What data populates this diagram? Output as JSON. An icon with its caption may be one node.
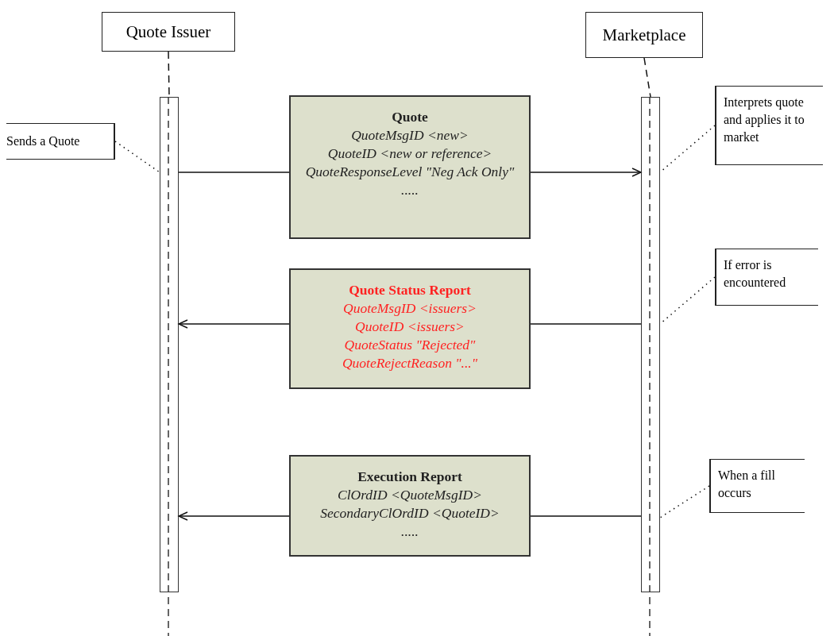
{
  "diagram": {
    "nodes": [
      {
        "text": [
          "Quote Issuer"
        ]
      },
      {
        "text": [
          "Marketplace"
        ]
      },
      {
        "text": [],
        "shape": "bar"
      },
      {
        "text": [],
        "shape": "bar"
      },
      {
        "text": [
          "Sends a Quote"
        ]
      },
      {
        "text": [
          "Quote",
          "QuoteMsgID <new>",
          "QuoteID <new or reference>",
          "QuoteResponseLevel \"Neg Ack Only\"",
          "....."
        ]
      },
      {
        "text": [
          "Interprets quote and applies it to market"
        ]
      },
      {
        "text": [
          "If error is encountered"
        ]
      },
      {
        "text": [
          "Quote Status Report",
          "QuoteMsgID <issuers>",
          "QuoteID <issuers>",
          "QuoteStatus \"Rejected\"",
          "QuoteRejectReason \"...\""
        ]
      },
      {
        "text": [
          "When a fill occurs"
        ]
      },
      {
        "text": [
          "Execution Report",
          "ClOrdID <QuoteMsgID>",
          "SecondaryClOrdID <QuoteID>",
          "....."
        ]
      }
    ],
    "edges": [
      {
        "from": 0,
        "to": 2,
        "arrow": "none",
        "style": "dashed"
      },
      {
        "from": 1,
        "to": 3,
        "arrow": "none",
        "style": "dashed"
      },
      {
        "from": 2,
        "to": 5,
        "arrow": "none"
      },
      {
        "from": 5,
        "to": 3,
        "arrow": "to"
      },
      {
        "from": 3,
        "to": 8,
        "arrow": "none"
      },
      {
        "from": 8,
        "to": 2,
        "arrow": "to"
      },
      {
        "from": 3,
        "to": 10,
        "arrow": "none"
      },
      {
        "from": 10,
        "to": 2,
        "arrow": "to"
      },
      {
        "from": 4,
        "to": 2,
        "arrow": "none",
        "style": "dashed"
      },
      {
        "from": 6,
        "to": 3,
        "arrow": "none",
        "style": "dashed"
      },
      {
        "from": 7,
        "to": 3,
        "arrow": "none",
        "style": "dashed"
      },
      {
        "from": 9,
        "to": 3,
        "arrow": "none",
        "style": "dashed"
      }
    ]
  }
}
